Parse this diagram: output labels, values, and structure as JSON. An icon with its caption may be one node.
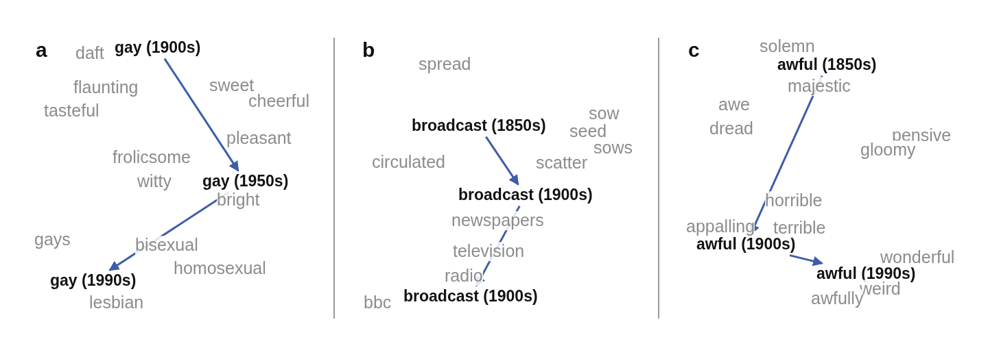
{
  "diagram": {
    "nodes": [
      {
        "text": [
          "gay (1900s)"
        ]
      },
      {
        "text": [
          "gay (1950s)"
        ]
      },
      {
        "text": [
          "gay (1990s)"
        ]
      },
      {
        "text": [
          "broadcast (1850s)"
        ]
      },
      {
        "text": [
          "broadcast (1900s)"
        ]
      },
      {
        "text": [
          "broadcast (1900s)"
        ]
      },
      {
        "text": [
          "awful (1850s)"
        ]
      },
      {
        "text": [
          "awful (1900s)"
        ]
      },
      {
        "text": [
          "awful (1990s)"
        ]
      }
    ],
    "edges": [
      {
        "from": 0,
        "to": 1,
        "arrow": "to"
      },
      {
        "from": 1,
        "to": 2,
        "arrow": "to"
      },
      {
        "from": 3,
        "to": 4,
        "arrow": "to"
      },
      {
        "from": 4,
        "to": 5,
        "arrow": "to"
      },
      {
        "from": 6,
        "to": 7,
        "arrow": "to"
      },
      {
        "from": 7,
        "to": 8,
        "arrow": "to"
      }
    ],
    "labels": [
      "a",
      "daft",
      "flaunting",
      "sweet",
      "tasteful",
      "cheerful",
      "pleasant",
      "frolicsome",
      "witty",
      "bright",
      "gays",
      "bisexual",
      "homosexual",
      "lesbian",
      "b",
      "spread",
      "sow",
      "seed",
      "sows",
      "circulated",
      "scatter",
      "newspapers",
      "television",
      "radio",
      "bbc",
      "c",
      "solemn",
      "majestic",
      "awe",
      "dread",
      "pensive",
      "gloomy",
      "horrible",
      "appalling",
      "terrible",
      "wonderful",
      "weird",
      "awfully"
    ]
  }
}
